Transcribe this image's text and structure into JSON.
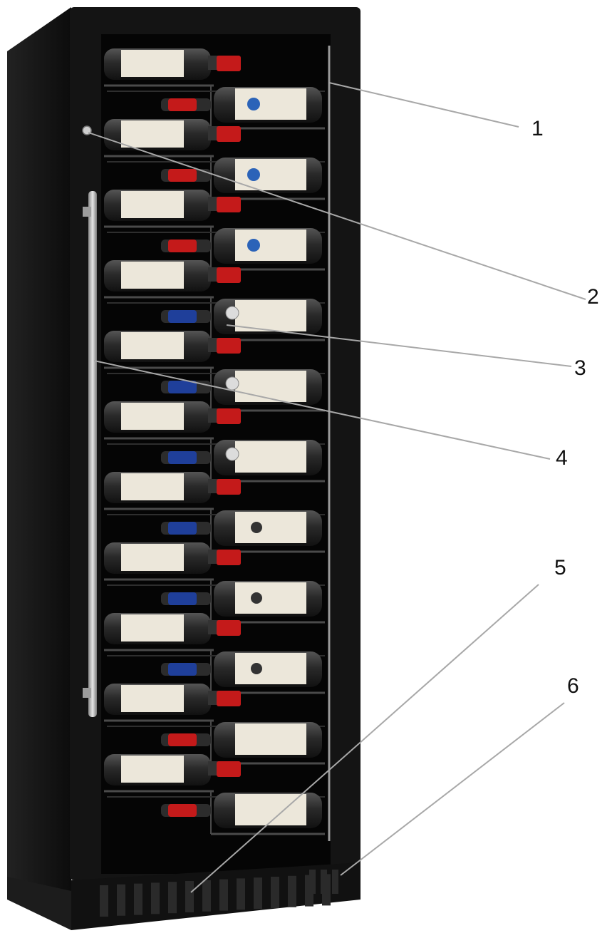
{
  "diagram": {
    "callouts": [
      {
        "id": "1",
        "label": "1"
      },
      {
        "id": "2",
        "label": "2"
      },
      {
        "id": "3",
        "label": "3"
      },
      {
        "id": "4",
        "label": "4"
      },
      {
        "id": "5",
        "label": "5"
      },
      {
        "id": "6",
        "label": "6"
      }
    ]
  },
  "colors": {
    "cabinet": "#121212",
    "interior": "#060606",
    "handle": "#b9b9b9",
    "rack": "#4a4a4a",
    "capsule_red": "#c41a1a",
    "capsule_blue": "#1f3f9a",
    "capsule_gold": "#b8861b",
    "label": "#ece7da",
    "leader": "#a8a8a8"
  }
}
